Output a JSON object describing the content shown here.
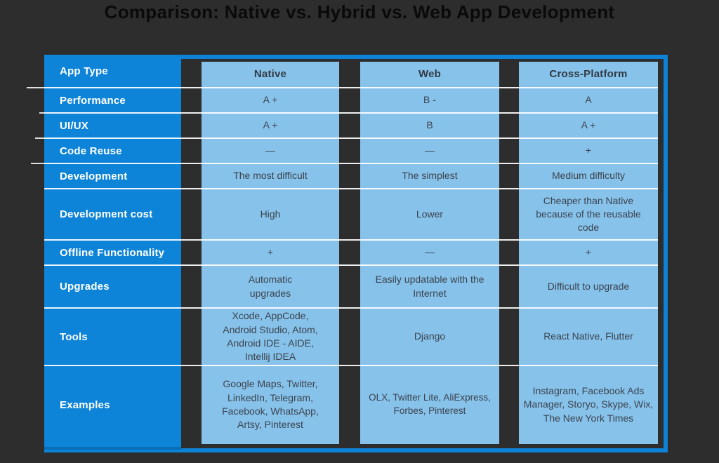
{
  "title": "Comparison: Native vs. Hybrid vs. Web App Development",
  "table": {
    "corner_label": "App Type",
    "column_headers": [
      "Native",
      "Web",
      "Cross-Platform"
    ],
    "rows": [
      {
        "label": "Performance",
        "native": "A +",
        "web": "B -",
        "cross_platform": "A"
      },
      {
        "label": "UI/UX",
        "native": "A +",
        "web": "B",
        "cross_platform": "A +"
      },
      {
        "label": "Code Reuse",
        "native": "—",
        "web": "—",
        "cross_platform": "+"
      },
      {
        "label": "Development",
        "native": "The most difficult",
        "web": "The simplest",
        "cross_platform": "Medium difficulty"
      },
      {
        "label": "Development cost",
        "native": "High",
        "web": "Lower",
        "cross_platform": "Cheaper than Native because of the reusable code"
      },
      {
        "label": "Offline Functionality",
        "native": "+",
        "web": "—",
        "cross_platform": "+"
      },
      {
        "label": "Upgrades",
        "native": "Automatic upgrades",
        "web": "Easily updatable with the Internet",
        "cross_platform": "Difficult to upgrade"
      },
      {
        "label": "Tools",
        "native": "Xcode, AppCode, Android Studio, Atom, Android IDE - AIDE, Intellij IDEA",
        "web": "Django",
        "cross_platform": "React Native, Flutter"
      },
      {
        "label": "Examples",
        "native": "Google Maps, Twitter, LinkedIn, Telegram, Facebook, WhatsApp, Artsy, Pinterest",
        "web": "OLX, Twitter Lite, AliExpress, Forbes, Pinterest",
        "cross_platform": "Instagram, Facebook Ads Manager, Storyo, Skype, Wix, The New York Times"
      }
    ]
  },
  "colors": {
    "background": "#2d2d2d",
    "accent_blue": "#0d82d6",
    "label_column_blue": "#0d84d8",
    "cell_blue": "#87c2ea",
    "cell_text": "#3b434e",
    "label_text": "#ffffff",
    "title_text": "#0a0a0a"
  }
}
